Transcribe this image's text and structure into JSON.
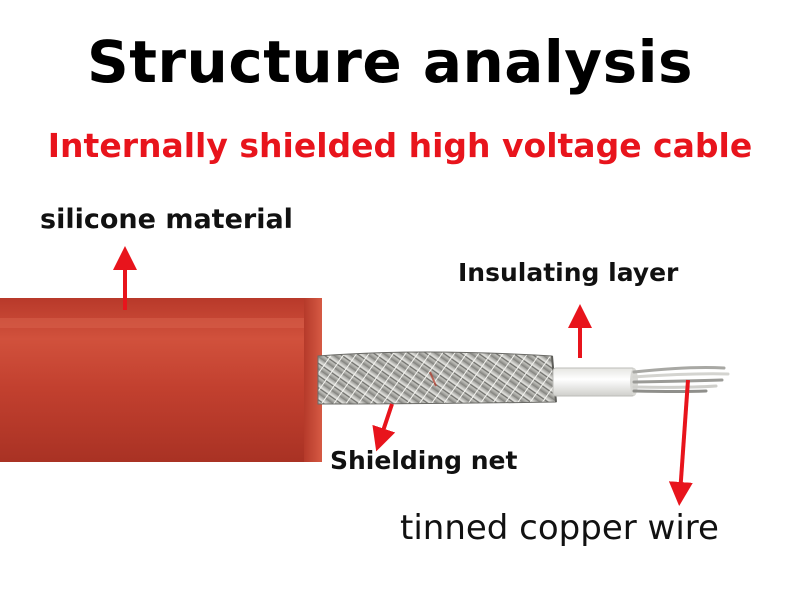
{
  "title": "Structure analysis",
  "subtitle": "Internally shielded high voltage cable",
  "labels": {
    "silicone": "silicone material",
    "insulating": "Insulating layer",
    "shielding": "Shielding net",
    "copper": "tinned copper wire"
  },
  "colors": {
    "title_text": "#000000",
    "subtitle_text": "#e8141c",
    "arrow": "#e8141c",
    "cable_jacket": "#c23b2a"
  }
}
